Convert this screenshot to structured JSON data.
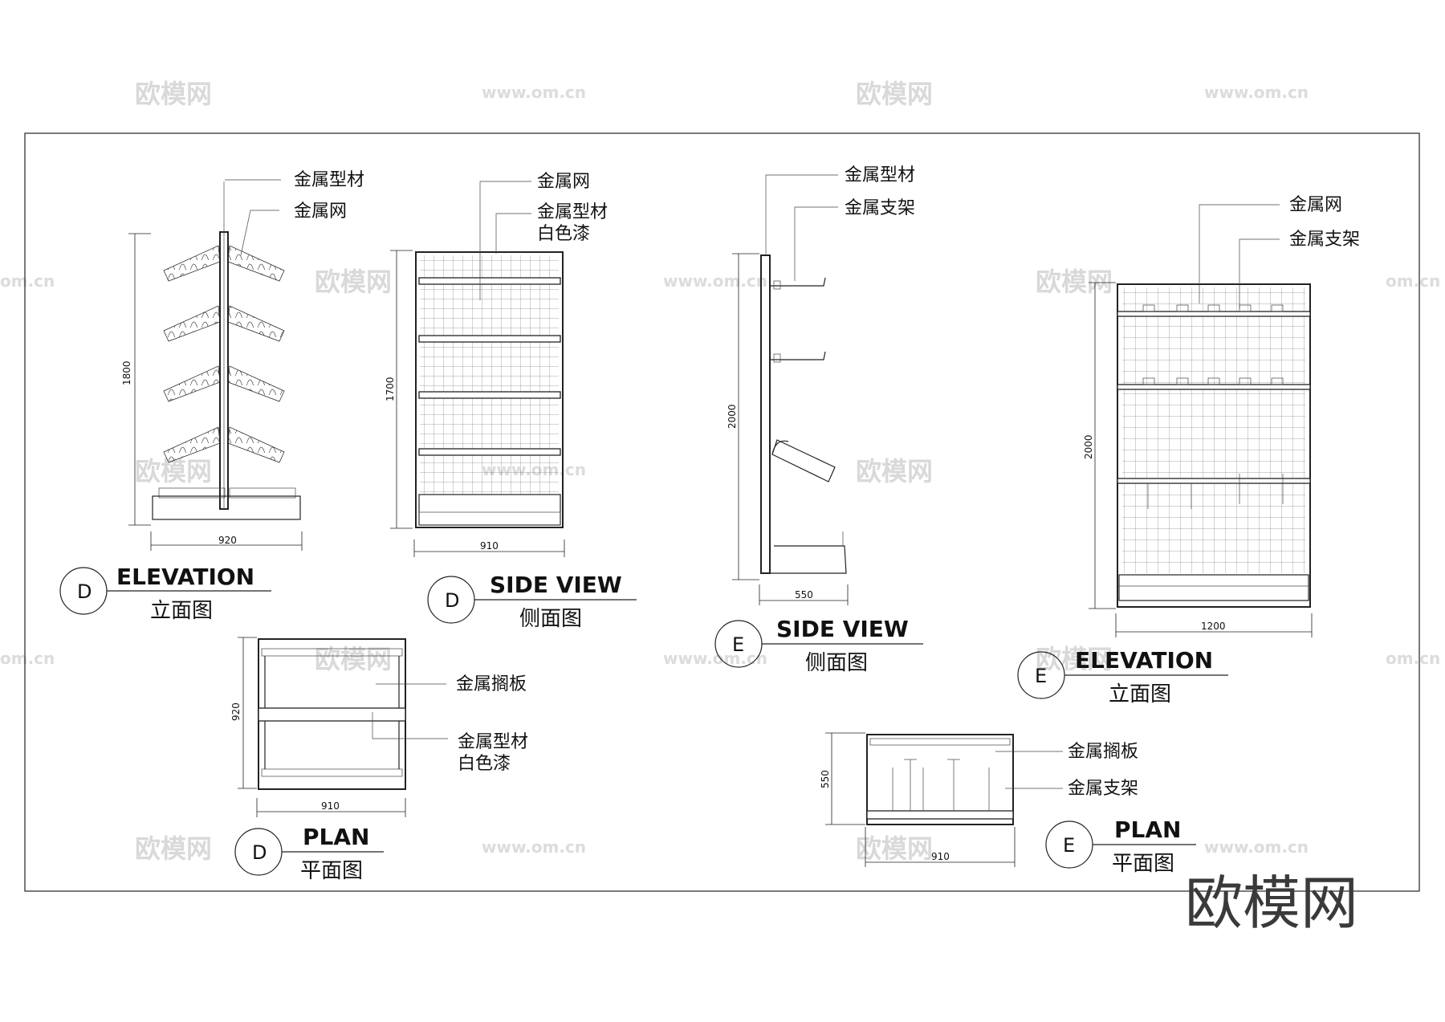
{
  "watermarks": {
    "brand": "欧模网",
    "site": "www.om.cn",
    "site_short": "om.cn"
  },
  "labels": {
    "metal_profile": "金属型材",
    "metal_mesh": "金属网",
    "white_paint": "白色漆",
    "metal_bracket": "金属支架",
    "metal_shelf": "金属搁板"
  },
  "views": {
    "d_elevation": {
      "tag": "D",
      "title": "ELEVATION",
      "subtitle": "立面图",
      "dim_height": "1800",
      "dim_width": "920"
    },
    "d_side": {
      "tag": "D",
      "title": "SIDE VIEW",
      "subtitle": "侧面图",
      "dim_height": "1700",
      "dim_width": "910"
    },
    "d_plan": {
      "tag": "D",
      "title": "PLAN",
      "subtitle": "平面图",
      "dim_height": "920",
      "dim_width": "910"
    },
    "e_side": {
      "tag": "E",
      "title": "SIDE VIEW",
      "subtitle": "侧面图",
      "dim_height": "2000",
      "dim_width": "550"
    },
    "e_elevation": {
      "tag": "E",
      "title": "ELEVATION",
      "subtitle": "立面图",
      "dim_height": "2000",
      "dim_width": "1200"
    },
    "e_plan": {
      "tag": "E",
      "title": "PLAN",
      "subtitle": "平面图",
      "dim_height": "550",
      "dim_width": "910"
    }
  }
}
